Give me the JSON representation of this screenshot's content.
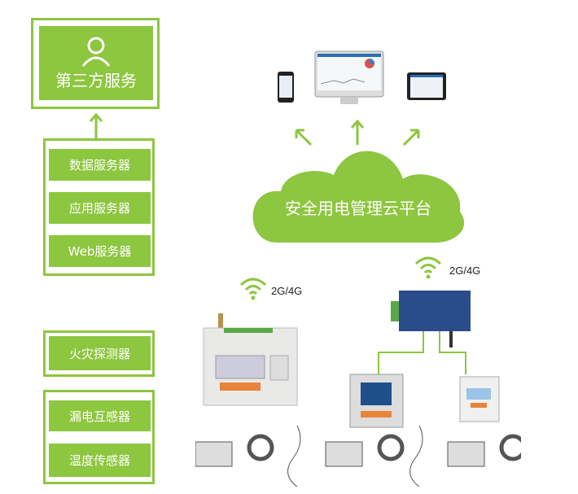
{
  "third_party": {
    "label": "第三方服务",
    "icon": "user-icon"
  },
  "servers": [
    "数据服务器",
    "应用服务器",
    "Web服务器"
  ],
  "detector": "火灾探测器",
  "sensors": [
    "漏电互感器",
    "温度传感器"
  ],
  "cloud": {
    "label": "安全用电管理云平台"
  },
  "wireless": [
    {
      "label": "2G/4G"
    },
    {
      "label": "2G/4G"
    }
  ],
  "colors": {
    "accent": "#8dc63f"
  }
}
